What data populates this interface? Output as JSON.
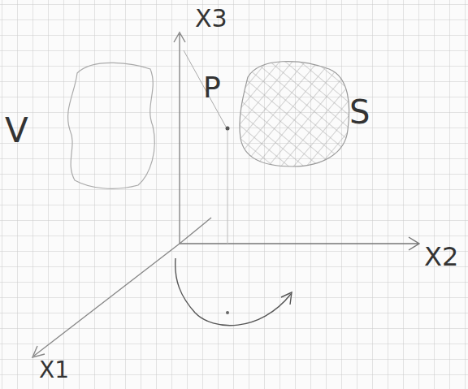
{
  "diagram": {
    "labels": [
      "X3",
      "P",
      "S",
      "V",
      "X2",
      "X1"
    ]
  }
}
